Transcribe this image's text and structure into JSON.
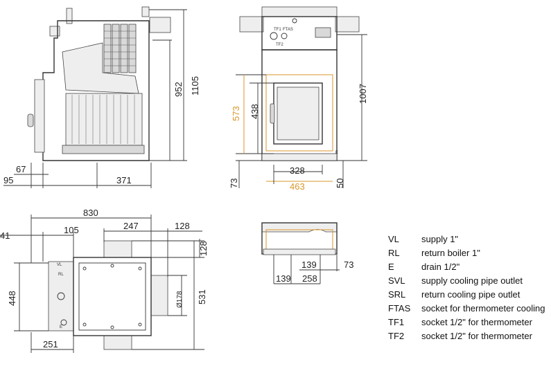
{
  "colors": {
    "line": "#333333",
    "accent_orange": "#d9962a",
    "fill_gray": "#d9d9d9"
  },
  "side_view": {
    "h_overall": "1105",
    "h_body": "952",
    "d_67": "67",
    "d_95": "95",
    "d_371": "371"
  },
  "front_view": {
    "h_1007": "1007",
    "h_573": "573",
    "h_438": "438",
    "w_328": "328",
    "w_463": "463",
    "h_73": "73",
    "h_50": "50",
    "label_E": "E",
    "label_tf1": "TF1",
    "label_ftas": "FTAS",
    "label_tf2": "TF2"
  },
  "top_view": {
    "w_830": "830",
    "w_41": "41",
    "w_105": "105",
    "w_247": "247",
    "w_128": "128",
    "h_128": "128",
    "h_448": "448",
    "h_531": "531",
    "d_178": "Ø178",
    "w_251": "251",
    "label_vl": "VL",
    "label_rl": "RL",
    "label_e": "E"
  },
  "bottom_view": {
    "w_139a": "139",
    "w_73": "73",
    "w_139b": "139",
    "w_258": "258"
  },
  "legend": [
    {
      "code": "VL",
      "desc": "supply 1\""
    },
    {
      "code": "RL",
      "desc": "return boiler 1\""
    },
    {
      "code": "E",
      "desc": "drain 1/2\""
    },
    {
      "code": "SVL",
      "desc": "supply cooling pipe outlet"
    },
    {
      "code": "SRL",
      "desc": "return cooling pipe outlet"
    },
    {
      "code": "FTAS",
      "desc": "socket for thermometer cooling"
    },
    {
      "code": "TF1",
      "desc": "socket  1/2\" for thermometer"
    },
    {
      "code": "TF2",
      "desc": "socket 1/2\" for thermometer"
    }
  ]
}
